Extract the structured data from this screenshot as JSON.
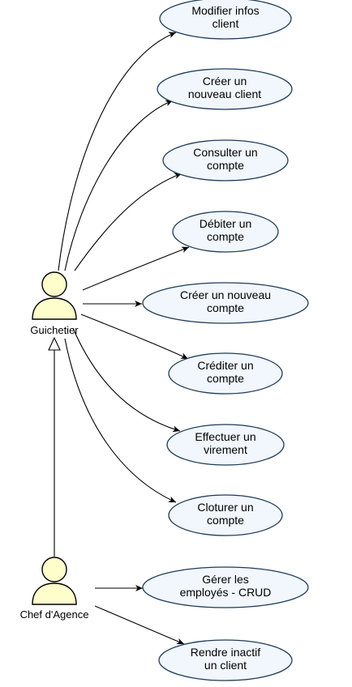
{
  "actors": [
    {
      "id": "guichetier",
      "label": "Guichetier"
    },
    {
      "id": "chef",
      "label": "Chef d'Agence"
    }
  ],
  "use_cases": [
    {
      "id": "modifier",
      "lines": [
        "Modifier infos",
        "client"
      ]
    },
    {
      "id": "creer_client",
      "lines": [
        "Créer un",
        "nouveau client"
      ]
    },
    {
      "id": "consulter",
      "lines": [
        "Consulter un",
        "compte"
      ]
    },
    {
      "id": "debiter",
      "lines": [
        "Débiter un",
        "compte"
      ]
    },
    {
      "id": "creer_compte",
      "lines": [
        "Créer un nouveau",
        "compte"
      ]
    },
    {
      "id": "crediter",
      "lines": [
        "Créditer un",
        "compte"
      ]
    },
    {
      "id": "virement",
      "lines": [
        "Effectuer un",
        "virement"
      ]
    },
    {
      "id": "cloturer",
      "lines": [
        "Cloturer un",
        "compte"
      ]
    },
    {
      "id": "gerer",
      "lines": [
        "Gérer les",
        "employés - CRUD"
      ]
    },
    {
      "id": "inactif",
      "lines": [
        "Rendre inactif",
        "un client"
      ]
    }
  ],
  "associations": [
    {
      "from": "guichetier",
      "to": "modifier"
    },
    {
      "from": "guichetier",
      "to": "creer_client"
    },
    {
      "from": "guichetier",
      "to": "consulter"
    },
    {
      "from": "guichetier",
      "to": "debiter"
    },
    {
      "from": "guichetier",
      "to": "creer_compte"
    },
    {
      "from": "guichetier",
      "to": "crediter"
    },
    {
      "from": "guichetier",
      "to": "virement"
    },
    {
      "from": "guichetier",
      "to": "cloturer"
    },
    {
      "from": "chef",
      "to": "gerer"
    },
    {
      "from": "chef",
      "to": "inactif"
    }
  ],
  "generalizations": [
    {
      "from": "chef",
      "to": "guichetier"
    }
  ],
  "colors": {
    "actor_fill": "#fefecc",
    "usecase_fill": "#f1f7fc",
    "usecase_border": "#1f3b5a"
  }
}
